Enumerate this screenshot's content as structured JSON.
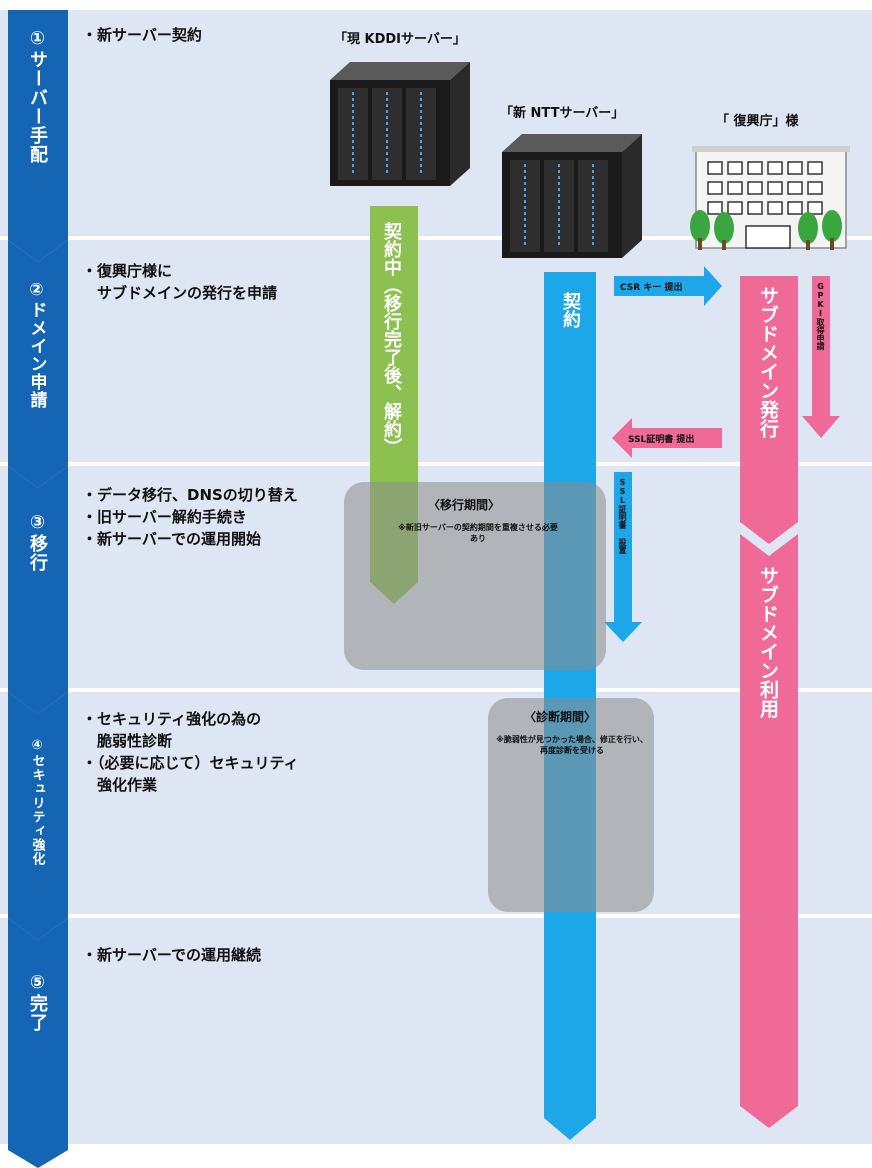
{
  "steps": [
    {
      "label": "①サーバー手配",
      "bullets": [
        "・新サーバー契約"
      ]
    },
    {
      "label": "②ドメイン申請",
      "bullets": [
        "・復興庁様に",
        "　サブドメインの発行を申請"
      ]
    },
    {
      "label": "③移行",
      "bullets": [
        "・データ移行、DNSの切り替え",
        "・旧サーバー解約手続き",
        "・新サーバーでの運用開始"
      ]
    },
    {
      "label": "④セキュリティ強化",
      "bullets": [
        "・セキュリティ強化の為の",
        "　脆弱性診断",
        "・（必要に応じて）セキュリティ",
        "　強化作業"
      ]
    },
    {
      "label": "⑤完了",
      "bullets": [
        "・新サーバーでの運用継続"
      ]
    }
  ],
  "actors": {
    "old_server": "「現 KDDIサーバー」",
    "new_server": "「新 NTTサーバー」",
    "agency": "「 復興庁」様"
  },
  "bars": {
    "old_server_bar": "契約中（移行完了後、解約）",
    "new_server_bar": "契約",
    "subdomain_issue": "サブドメイン発行",
    "subdomain_use": "サブドメイン利用"
  },
  "arrows": {
    "csr": "CSR キー 提出",
    "gpki": "GPKI取得申請",
    "ssl_submit": "SSL証明書 提出",
    "ssl_install": "SSL証明書 設置"
  },
  "periods": {
    "migration_title": "〈移行期間〉",
    "migration_note": "※新旧サーバーの契約期間を重複させる必要あり",
    "diagnosis_title": "〈診断期間〉",
    "diagnosis_note": "※脆弱性が見つかった場合、修正を行い、再度診断を受ける"
  },
  "colors": {
    "step_blue": "#1565b5",
    "band_bg": "#dde6f2",
    "old_bar_green": "#8cc050",
    "new_bar_blue": "#1ea7e8",
    "pink": "#f06a97",
    "period_gray": "#8c8c8c"
  }
}
